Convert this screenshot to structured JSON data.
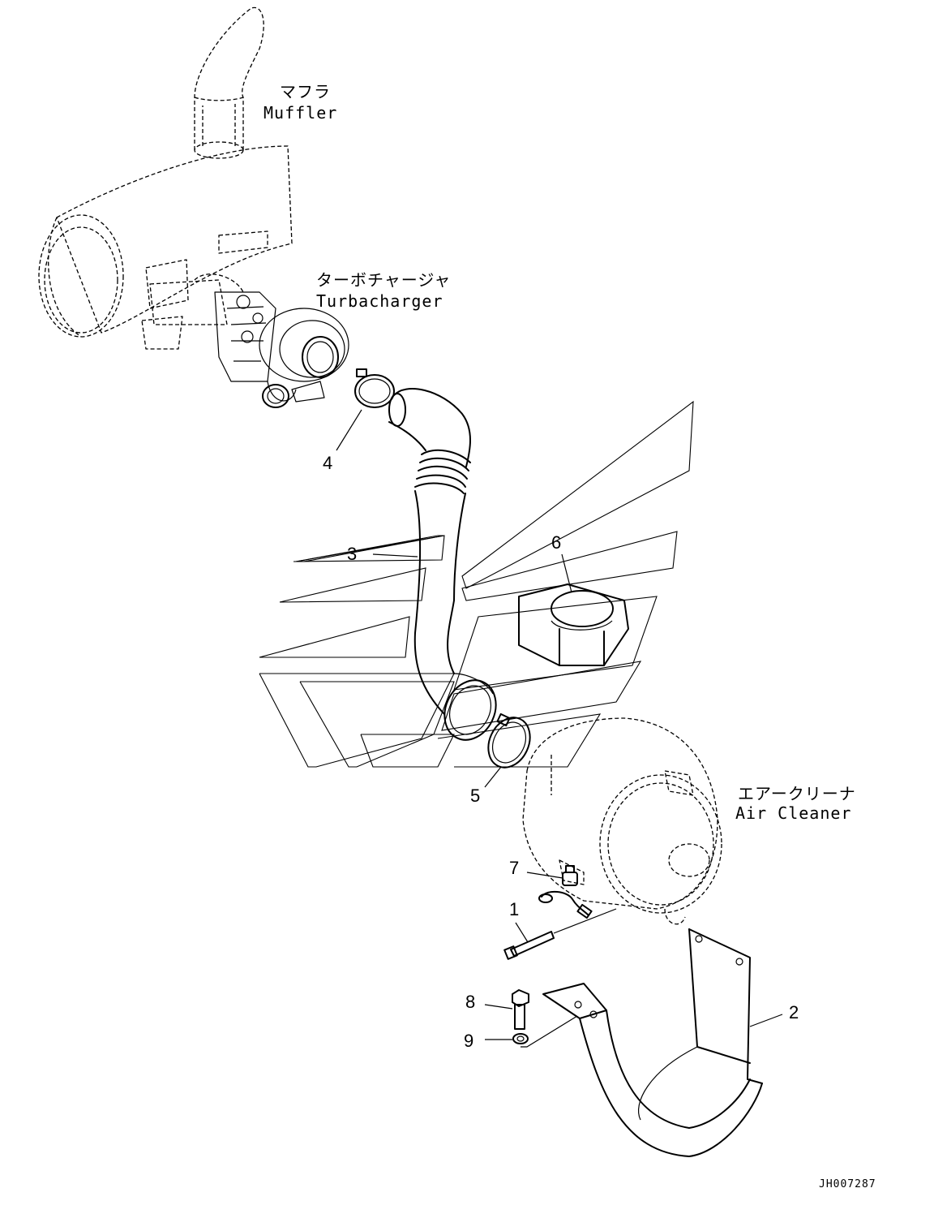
{
  "labels": {
    "muffler_ja": "マフラ",
    "muffler_en": "Muffler",
    "turbo_ja": "ターボチャージャ",
    "turbo_en": "Turbacharger",
    "cleaner_ja": "エアークリーナ",
    "cleaner_en": "Air Cleaner"
  },
  "callouts": [
    "1",
    "2",
    "3",
    "4",
    "5",
    "6",
    "7",
    "8",
    "9"
  ],
  "drawing_code": "JH007287"
}
